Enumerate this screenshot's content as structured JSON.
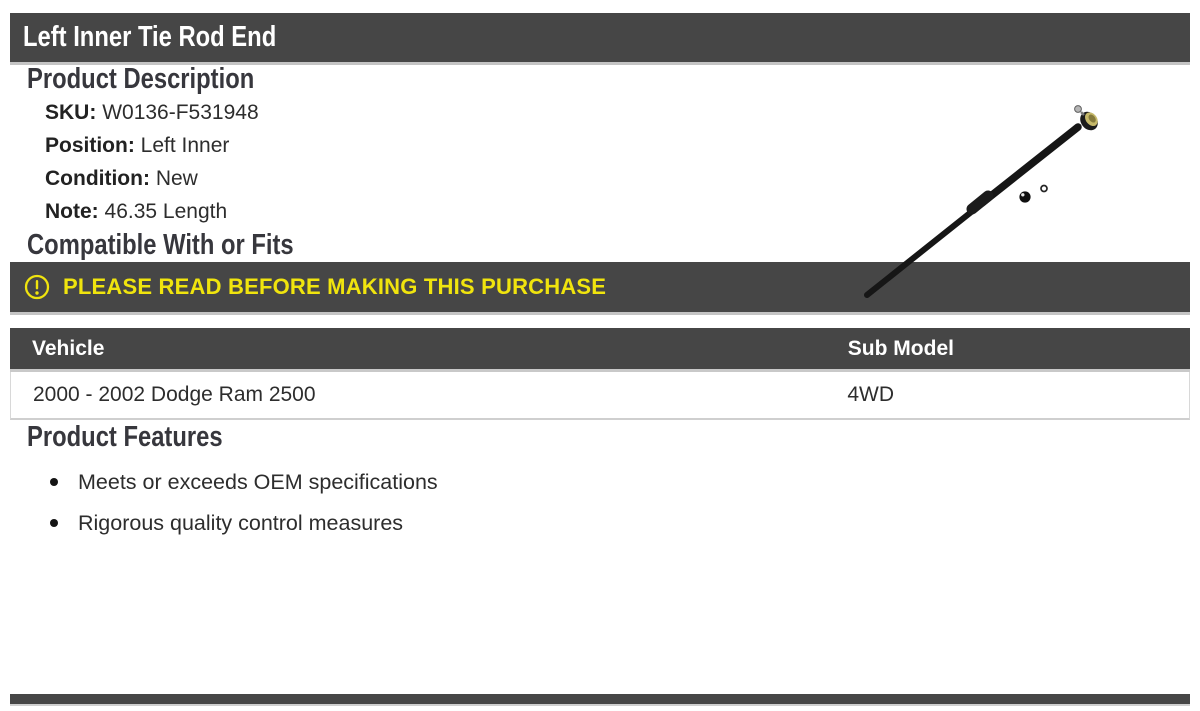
{
  "header": {
    "title": "Left Inner Tie Rod End"
  },
  "description": {
    "heading": "Product Description",
    "fields": [
      {
        "label": "SKU:",
        "value": "W0136-F531948"
      },
      {
        "label": "Position:",
        "value": "Left Inner"
      },
      {
        "label": "Condition:",
        "value": "New"
      },
      {
        "label": "Note:",
        "value": "46.35 Length"
      }
    ]
  },
  "product_image": {
    "name": "tie-rod-illustration"
  },
  "compatibility": {
    "heading": "Compatible With or Fits",
    "warning": "PLEASE READ BEFORE MAKING THIS PURCHASE",
    "warning_icon": "alert-circle-icon",
    "table": {
      "columns": [
        "Vehicle",
        "Sub Model"
      ],
      "rows": [
        [
          "2000 - 2002 Dodge Ram 2500",
          "4WD"
        ]
      ]
    }
  },
  "features": {
    "heading": "Product Features",
    "items": [
      "Meets or exceeds OEM specifications",
      "Rigorous quality control measures"
    ]
  },
  "colors": {
    "bar_background": "#464646",
    "warning_yellow": "#f0e40e",
    "heading_text": "#37373d",
    "body_text": "#2d2d2d"
  }
}
